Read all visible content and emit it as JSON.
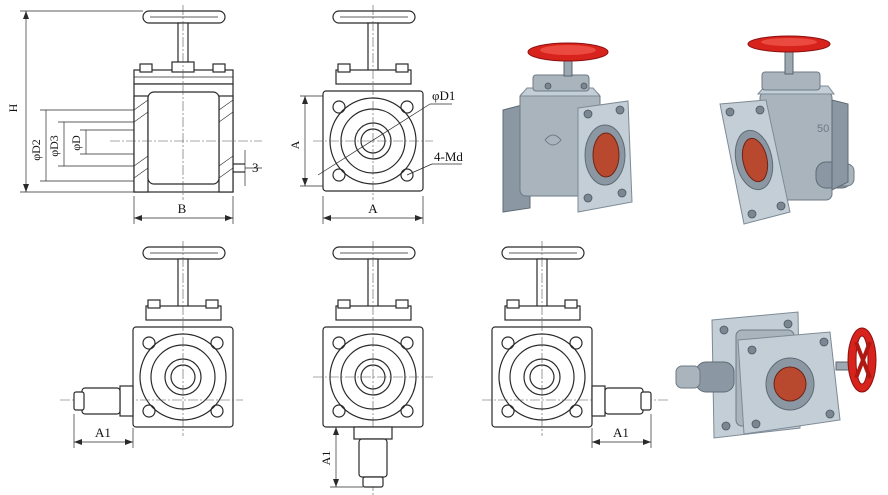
{
  "labels": {
    "height": "H",
    "d2": "φD2",
    "d3": "φD3",
    "d": "φD",
    "gap": "3",
    "b": "B",
    "a_vertical": "A",
    "a_horizontal": "A",
    "d1": "φD1",
    "bolts": "4-Md",
    "a1_left": "A1",
    "a1_bottom": "A1",
    "a1_right": "A1"
  },
  "photo_emblem": "50",
  "colors": {
    "line": "#2a2a2a",
    "valve_body": "#a9b4bd",
    "handwheel": "#d8231c",
    "flange_bore": "#b8482e",
    "background": "#ffffff"
  }
}
